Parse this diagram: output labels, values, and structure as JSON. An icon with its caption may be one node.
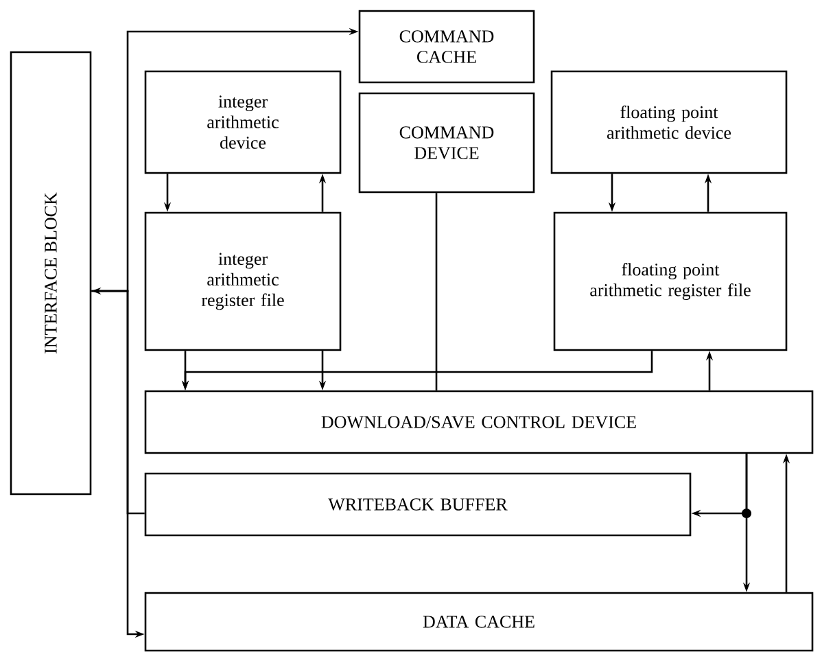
{
  "diagram": {
    "nodes": [
      {
        "text": [
          "INTERFACE BLOCK"
        ]
      },
      {
        "text": [
          "COMMAND CACHE"
        ]
      },
      {
        "text": [
          "COMMAND DEVICE"
        ]
      },
      {
        "text": [
          "integer arithmetic device"
        ]
      },
      {
        "text": [
          "integer arithmetic register file"
        ]
      },
      {
        "text": [
          "floating point arithmetic device"
        ]
      },
      {
        "text": [
          "floating point arithmetic register file"
        ]
      },
      {
        "text": [
          "DOWNLOAD/SAVE CONTROL DEVICE"
        ]
      },
      {
        "text": [
          "WRITEBACK BUFFER"
        ]
      },
      {
        "text": [
          "DATA CACHE"
        ]
      }
    ],
    "edges": [
      {
        "from": 0,
        "to": 1,
        "arrow": "to"
      },
      {
        "from": 8,
        "to": 0,
        "arrow": "to"
      },
      {
        "from": 0,
        "to": 9,
        "arrow": "to"
      },
      {
        "from": 3,
        "to": 4,
        "arrow": "to"
      },
      {
        "from": 4,
        "to": 3,
        "arrow": "to"
      },
      {
        "from": 5,
        "to": 6,
        "arrow": "to"
      },
      {
        "from": 6,
        "to": 5,
        "arrow": "to"
      },
      {
        "from": 4,
        "to": 7,
        "arrow": "to"
      },
      {
        "from": 4,
        "to": 7,
        "arrow": "to"
      },
      {
        "from": 6,
        "to": 7,
        "arrow": "to"
      },
      {
        "from": 7,
        "to": 6,
        "arrow": "to"
      },
      {
        "from": 2,
        "to": 7,
        "arrow": "none"
      },
      {
        "from": 7,
        "to": 9,
        "arrow": "to"
      },
      {
        "from": 7,
        "to": 8,
        "arrow": "to"
      },
      {
        "from": 9,
        "to": 7,
        "arrow": "to"
      }
    ]
  }
}
